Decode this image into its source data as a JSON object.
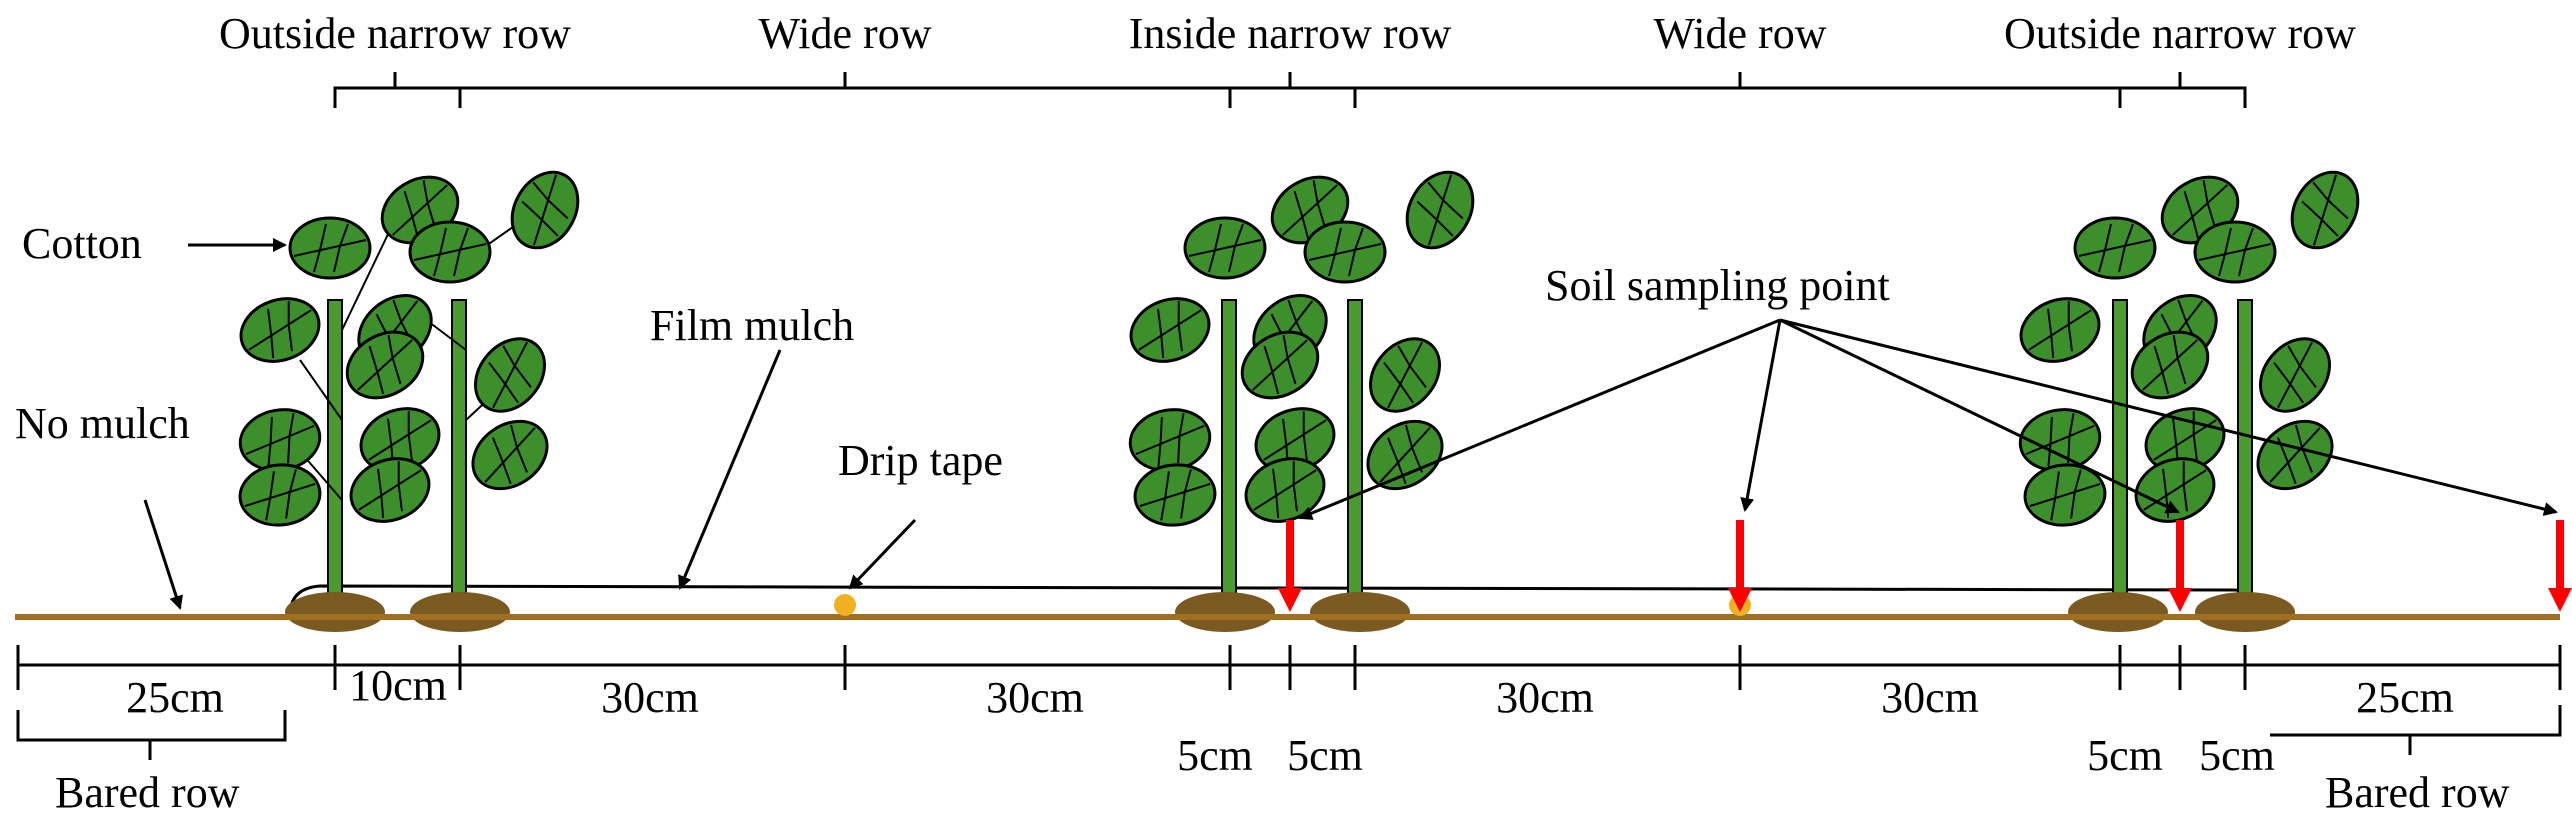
{
  "labels": {
    "outside_narrow_row_left": "Outside narrow row",
    "wide_row_left": "Wide row",
    "inside_narrow_row": "Inside narrow row",
    "wide_row_right": "Wide row",
    "outside_narrow_row_right": "Outside narrow row",
    "cotton": "Cotton",
    "film_mulch": "Film mulch",
    "no_mulch": "No mulch",
    "drip_tape": "Drip tape",
    "soil_sampling_point": "Soil sampling point",
    "bared_row_left": "Bared row",
    "bared_row_right": "Bared row"
  },
  "dimensions": [
    "25cm",
    "10cm",
    "30cm",
    "30cm",
    "5cm",
    "5cm",
    "30cm",
    "30cm",
    "5cm",
    "5cm",
    "25cm"
  ],
  "colors": {
    "leaf": "#3a8a2a",
    "leaf_light": "#5cb040",
    "stem": "#4a9a30",
    "soil": "#7a5a20",
    "ground": "#a07020",
    "drip": "#f0b020",
    "sampling_arrow": "#ff0000"
  }
}
